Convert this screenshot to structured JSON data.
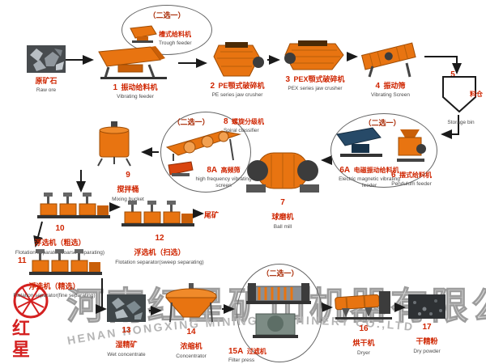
{
  "colors": {
    "machine_orange": "#e87411",
    "label_red": "#cf2500",
    "feeder_navy": "#274a68",
    "watermark_gray": "#c9c9c9"
  },
  "bubble": {
    "choose_one": "（二选一）"
  },
  "watermark": {
    "company_cn": "河南红星矿山机器有限公司",
    "company_en": "HENAN HONGXING MINING MACHINERY CO.,LTD",
    "logo_text": "红星"
  },
  "nodes": {
    "raw_ore": {
      "cn": "原矿石",
      "en": "Raw ore"
    },
    "trough_feeder": {
      "cn": "槽式给料机",
      "en": "Trough feeder"
    },
    "vibrating_feeder": {
      "num": "1",
      "cn": "振动给料机",
      "en": "Vibrating feeder"
    },
    "pe_jaw_crusher": {
      "num": "2",
      "cn": "PE颚式破碎机",
      "en": "PE series jaw crusher"
    },
    "pex_jaw_crusher": {
      "num": "3",
      "cn": "PEX颚式破碎机",
      "en": "PEX series jaw crusher"
    },
    "vibrating_screen": {
      "num": "4",
      "cn": "振动筛",
      "en": "Vibrating Screen"
    },
    "storage_bin": {
      "num": "5",
      "cn": "料仓",
      "en": "Storage bin"
    },
    "electromagnetic_feeder": {
      "num": "6A",
      "cn": "电磁振动给料机",
      "en": "Electric magnetic vibrating feeder"
    },
    "pendulum_feeder": {
      "num": "6",
      "cn": "摆式给料机",
      "en": "Pendulum feeder"
    },
    "ball_mill": {
      "num": "7",
      "cn": "球磨机",
      "en": "Ball mill"
    },
    "spiral_classifier": {
      "num": "8",
      "cn": "螺旋分级机",
      "en": "Spiral classifier"
    },
    "high_frequency_screen": {
      "num": "8A",
      "cn": "高频筛",
      "en": "high frequency vibrating screen"
    },
    "mixing_bucket": {
      "num": "9",
      "cn": "搅拌桶",
      "en": "Mixing bucket"
    },
    "flotation_coarse": {
      "num": "10",
      "cn": "浮选机（粗选）",
      "en": "Flotation separator(coarse separating)"
    },
    "flotation_sweep": {
      "num": "12",
      "cn": "浮选机（扫选）",
      "en": "Flotation separator(sweep separating)"
    },
    "tailings": {
      "cn": "尾矿"
    },
    "flotation_fine": {
      "num": "11",
      "cn": "浮选机（精选）",
      "en": "Flotation separator(fine separating)"
    },
    "wet_concentrate": {
      "num": "13",
      "cn": "湿精矿",
      "en": "Wet concentrate"
    },
    "concentrator": {
      "num": "14",
      "cn": "浓缩机",
      "en": "Concentrator"
    },
    "filter": {
      "num": "15A",
      "cn": "过滤机",
      "en": "Filter press"
    },
    "dryer": {
      "num": "16",
      "cn": "烘干机",
      "en": "Dryer"
    },
    "dry_powder": {
      "num": "17",
      "cn": "干精粉",
      "en": "Dry powder"
    }
  }
}
